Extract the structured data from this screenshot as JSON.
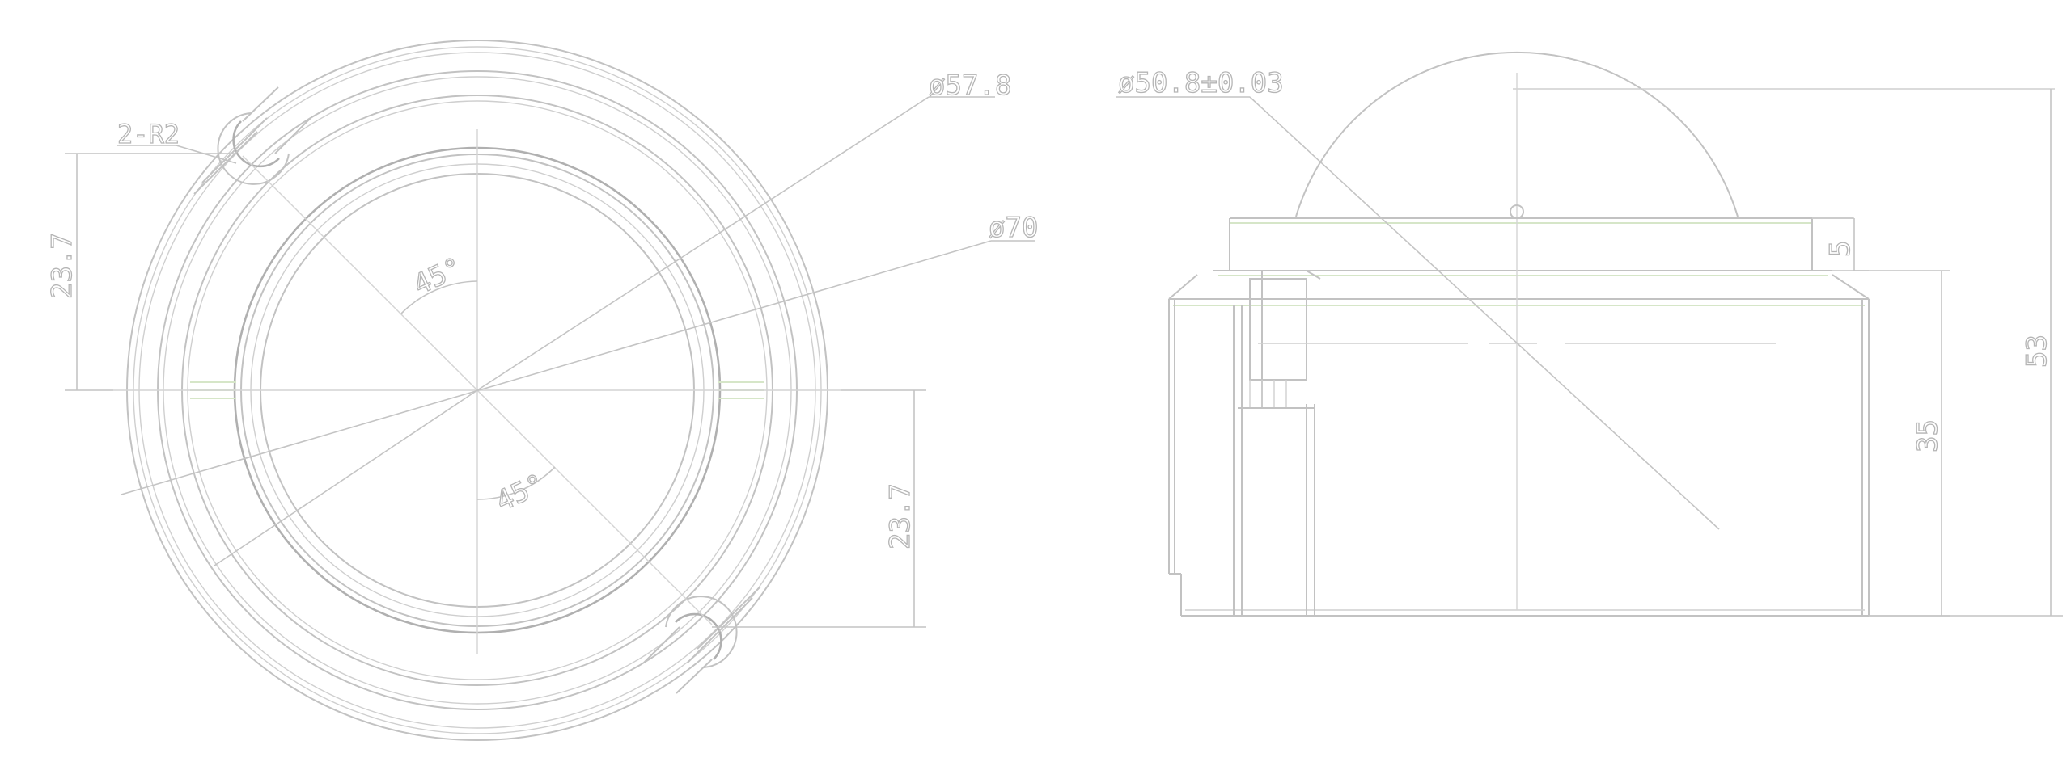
{
  "drawing": {
    "dimensions": {
      "r2": "2-R2",
      "dia_inner": "ø57.8",
      "dia_outer": "ø70",
      "dia_dome": "ø50.8±0.03",
      "offset_top": "23.7",
      "offset_bottom": "23.7",
      "angle_top": "45°",
      "angle_bottom": "45°",
      "height_flange": "5",
      "height_body": "35",
      "height_total": "53"
    }
  }
}
